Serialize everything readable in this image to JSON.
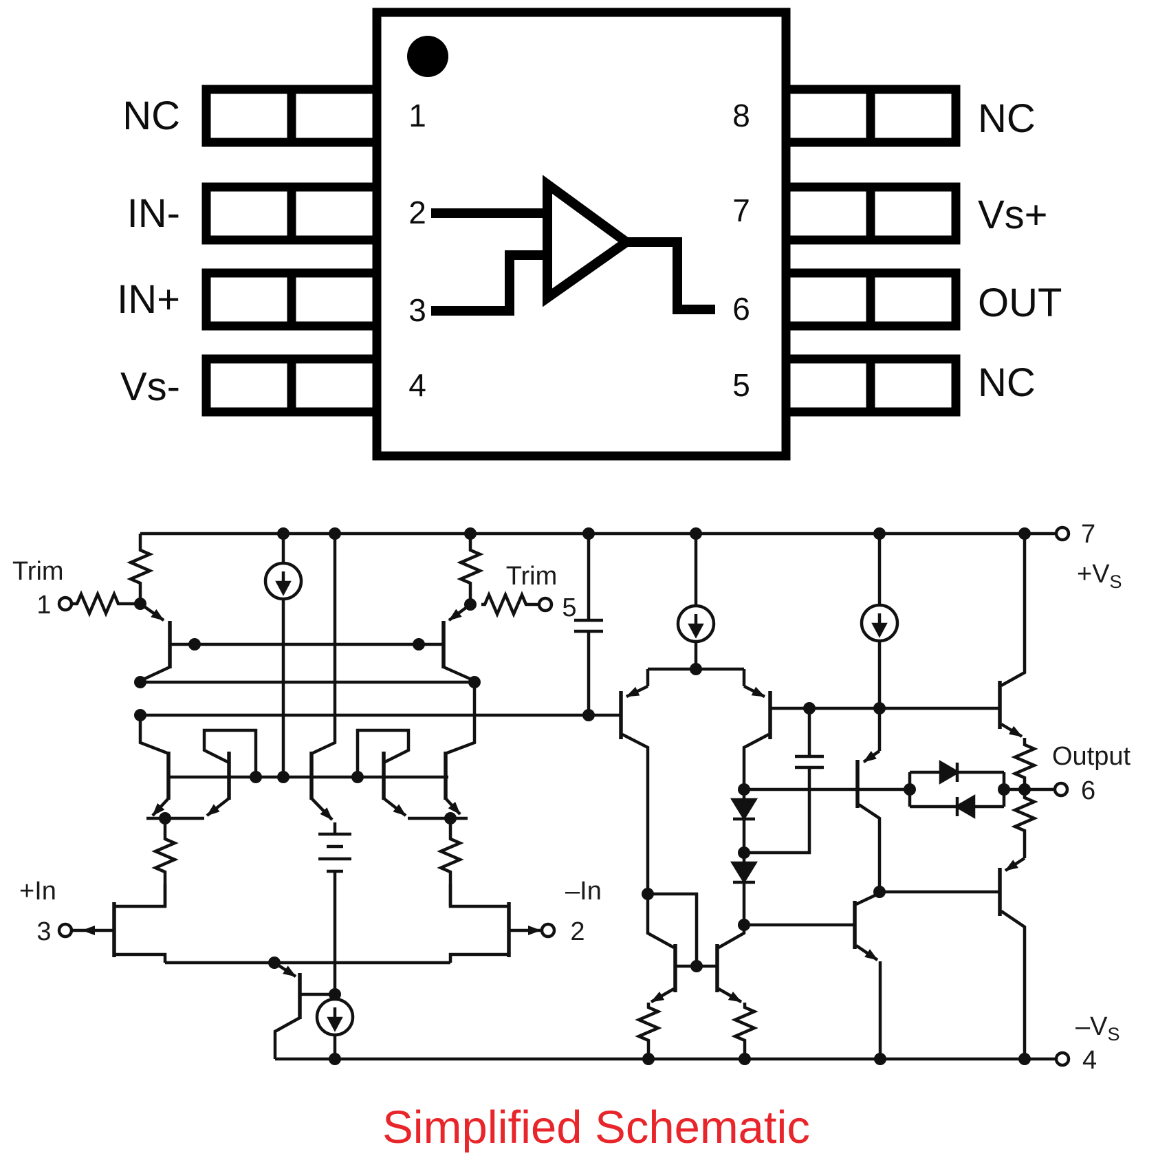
{
  "title": "Simplified Schematic",
  "colors": {
    "ink": "#111111",
    "accent_red": "#e8252a",
    "background": "#ffffff"
  },
  "package": {
    "left_pins": [
      {
        "num": "1",
        "label": "NC"
      },
      {
        "num": "2",
        "label": "IN-"
      },
      {
        "num": "3",
        "label": "IN+"
      },
      {
        "num": "4",
        "label": "Vs-"
      }
    ],
    "right_pins": [
      {
        "num": "8",
        "label": "NC"
      },
      {
        "num": "7",
        "label": "Vs+"
      },
      {
        "num": "6",
        "label": "OUT"
      },
      {
        "num": "5",
        "label": "NC"
      }
    ]
  },
  "schematic": {
    "trim_left": {
      "label": "Trim",
      "pin": "1"
    },
    "trim_mid": {
      "label": "Trim",
      "pin": "5"
    },
    "in_pos": {
      "label": "+In",
      "pin": "3"
    },
    "in_neg": {
      "label": "–In",
      "pin": "2"
    },
    "supply_pos": {
      "pin": "7",
      "v": "+V",
      "sub": "S"
    },
    "supply_neg": {
      "pin": "4",
      "v": "–V",
      "sub": "S"
    },
    "output": {
      "label": "Output",
      "pin": "6"
    }
  }
}
